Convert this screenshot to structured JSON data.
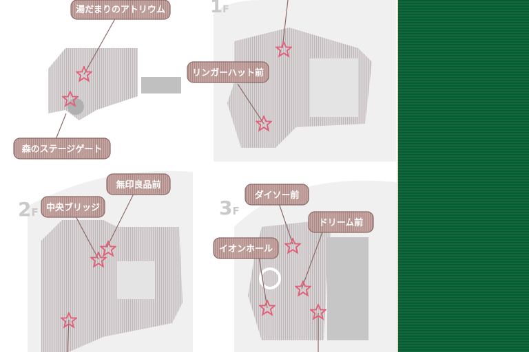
{
  "floors": [
    {
      "id": "b1",
      "number": "",
      "suffix": ""
    },
    {
      "id": "1f",
      "number": "1",
      "suffix": "F"
    },
    {
      "id": "2f",
      "number": "2",
      "suffix": "F"
    },
    {
      "id": "3f",
      "number": "3",
      "suffix": "F"
    }
  ],
  "callouts": {
    "yudamari_atrium": "湯だまりのアトリウム",
    "mori_stage_gate": "森のステージゲート",
    "ringer_hut_mae": "リンガーハット前",
    "chuo_bridge": "中央ブリッジ",
    "muji_mae": "無印良品前",
    "daiso_mae": "ダイソー前",
    "dream_mae": "ドリーム前",
    "aeon_hall": "イオンホール"
  },
  "colors": {
    "callout_bg": "#c9a6a0",
    "callout_border": "#8a6a66",
    "marker": "#e0607a",
    "building": "#d8d8d8",
    "ground": "#efefef",
    "side_panel": "#0b5a33"
  },
  "marker_icon": "star-icon"
}
